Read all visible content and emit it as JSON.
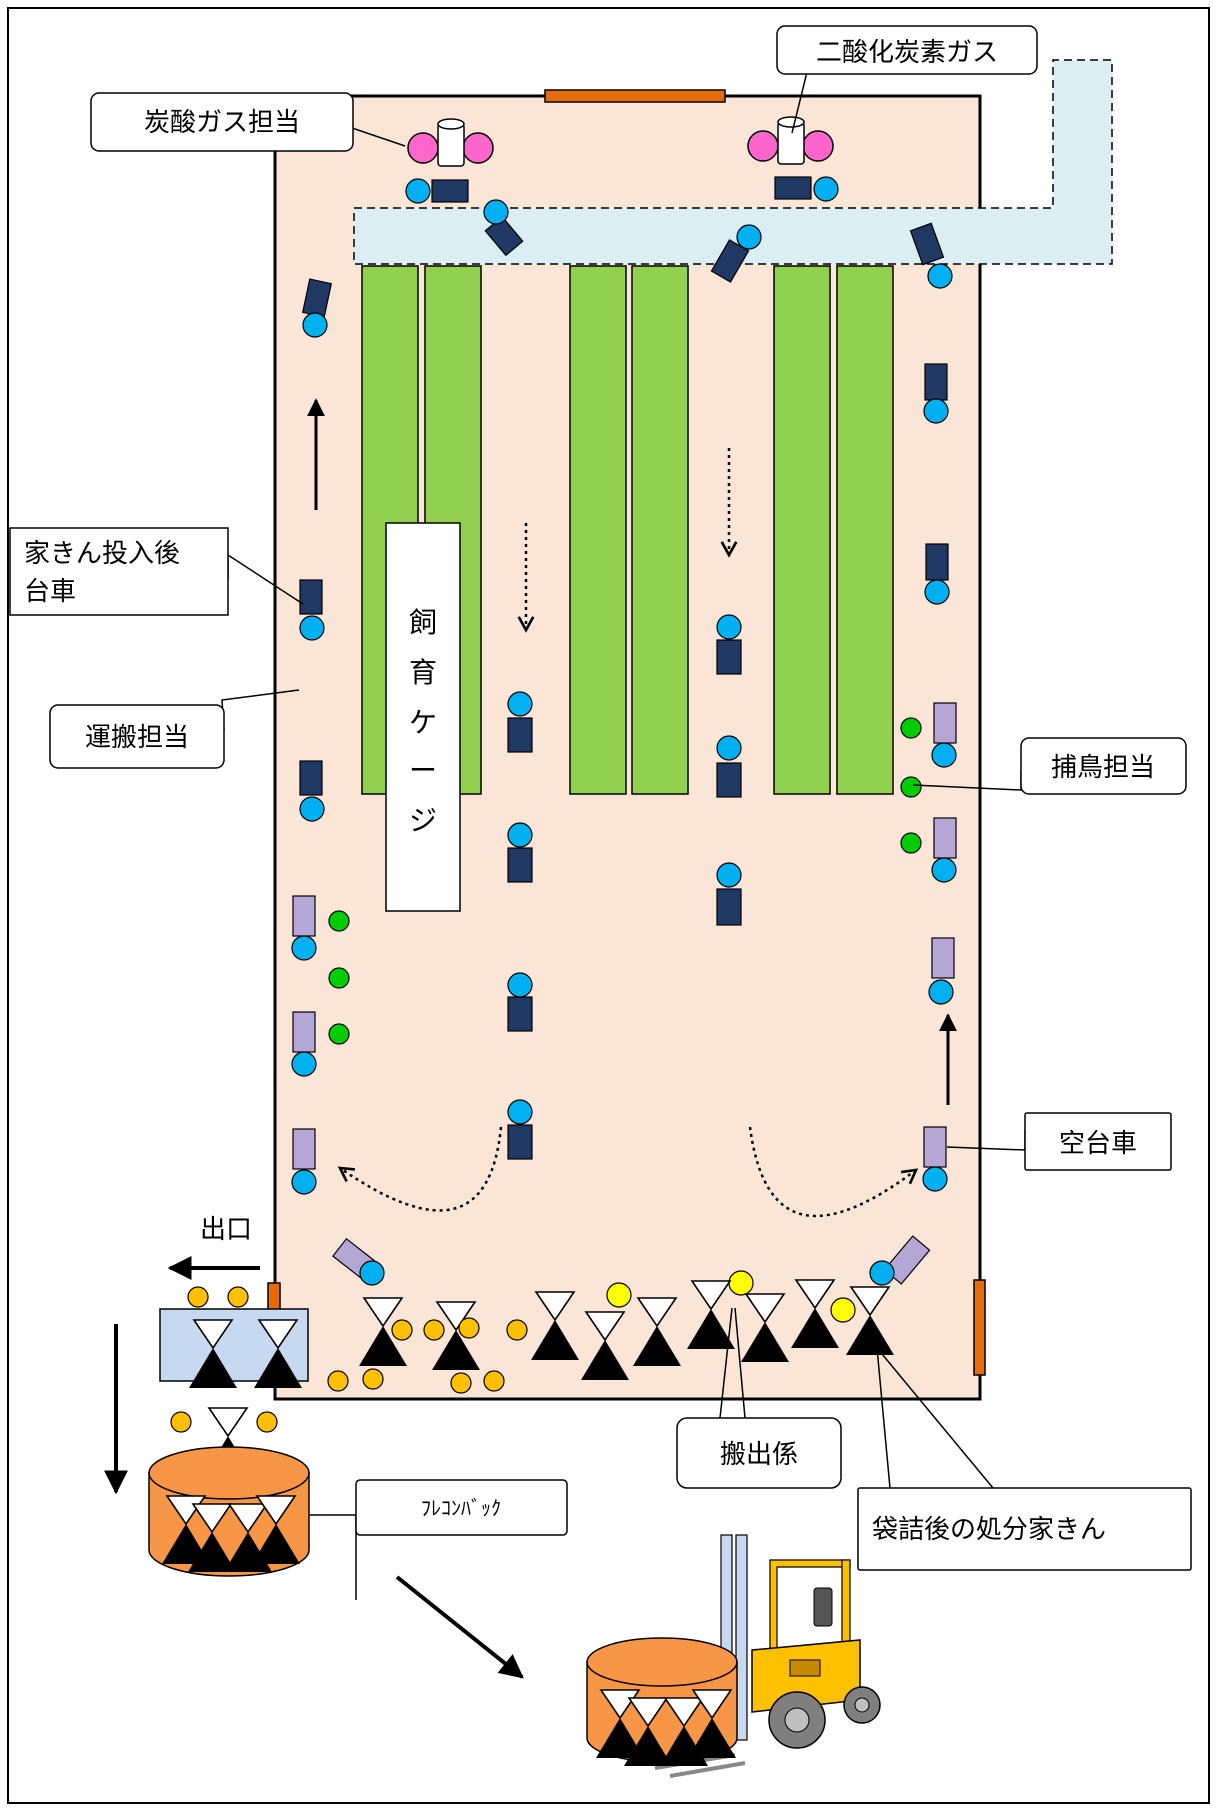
{
  "labels": {
    "co2_gas": "二酸化炭素ガス",
    "co2_staff": "炭酸ガス担当",
    "loaded_cart_line1": "家きん投入後",
    "loaded_cart_line2": "台車",
    "transport_staff": "運搬担当",
    "catch_staff": "捕鳥担当",
    "empty_cart": "空台車",
    "exit": "出口",
    "carry_out_staff": "搬出係",
    "flexible_container": "ﾌﾚｺﾝﾊﾞｯｸ",
    "bagged_birds": "袋詰後の処分家きん",
    "cage_chars": [
      "飼",
      "育",
      "ケ",
      "ー",
      "ジ"
    ]
  },
  "colors": {
    "barn_fill": "#fbe5d6",
    "cage_green": "#92d050",
    "corridor_blue": "#dbeef4",
    "worker_blue": "#00b0f0",
    "catcher_green": "#00cc00",
    "carry_yellow": "#ffff00",
    "bird_orange": "#ffc000",
    "cart_navy": "#1f3864",
    "cart_lavender": "#b4a7d6",
    "co2_pink": "#ff66cc",
    "door_orange": "#e46c0a",
    "bag_orange": "#f79646",
    "forklift_yellow": "#ffc000"
  }
}
